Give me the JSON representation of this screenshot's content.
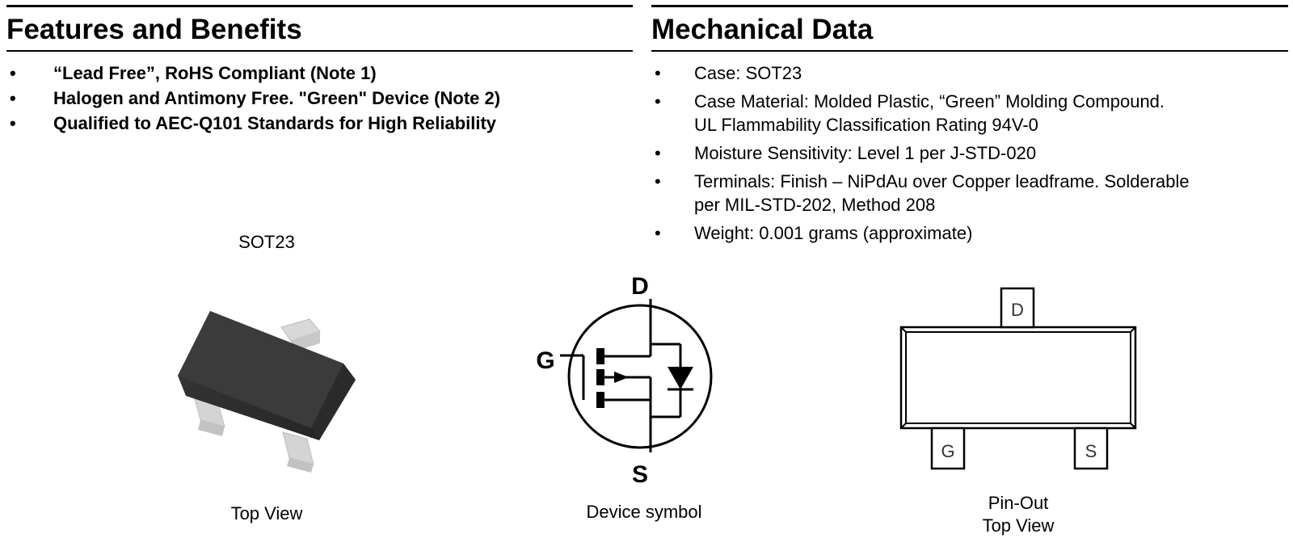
{
  "features": {
    "title": "Features and Benefits",
    "items": [
      "“Lead Free”, RoHS Compliant (Note 1)",
      "Halogen and Antimony Free. \"Green\" Device (Note 2)",
      "Qualified to AEC-Q101 Standards for High Reliability"
    ]
  },
  "mechanical": {
    "title": "Mechanical Data",
    "items": [
      {
        "lines": [
          "Case: SOT23"
        ]
      },
      {
        "lines": [
          "Case Material: Molded Plastic, “Green” Molding Compound.",
          "UL Flammability Classification Rating 94V-0"
        ]
      },
      {
        "lines": [
          "Moisture Sensitivity: Level 1 per J-STD-020"
        ]
      },
      {
        "lines": [
          "Terminals: Finish – NiPdAu over Copper leadframe. Solderable",
          "per MIL-STD-202, Method 208"
        ]
      },
      {
        "lines": [
          "Weight: 0.001 grams (approximate)"
        ]
      }
    ]
  },
  "package_figure": {
    "title": "SOT23",
    "caption": "Top View"
  },
  "device_symbol": {
    "caption": "Device symbol",
    "pins": {
      "drain": "D",
      "gate": "G",
      "source": "S"
    }
  },
  "pinout": {
    "caption_lines": [
      "Pin-Out",
      "Top View"
    ],
    "pins": {
      "drain": "D",
      "gate": "G",
      "source": "S"
    }
  }
}
